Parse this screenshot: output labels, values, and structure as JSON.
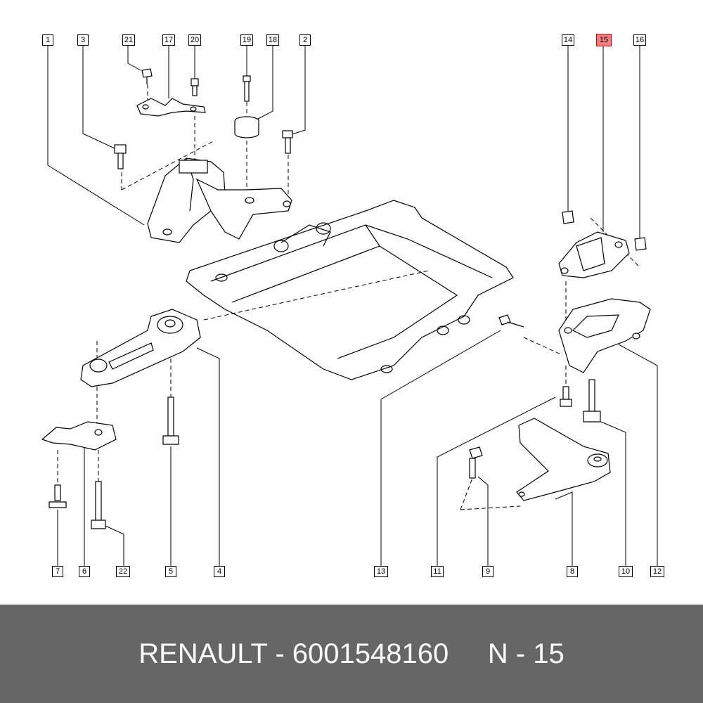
{
  "labels": {
    "p1": "1",
    "p2": "2",
    "p3": "3",
    "p4": "4",
    "p5": "5",
    "p6": "6",
    "p7": "7",
    "p8": "8",
    "p9": "9",
    "p10": "10",
    "p11": "11",
    "p12": "12",
    "p13": "13",
    "p14": "14",
    "p15": "15",
    "p16": "16",
    "p17": "17",
    "p18": "18",
    "p19": "19",
    "p20": "20",
    "p21": "21",
    "p22": "22"
  },
  "highlight_color": "#f08080",
  "footer": {
    "text": "RENAULT - 6001548160     N - 15"
  }
}
